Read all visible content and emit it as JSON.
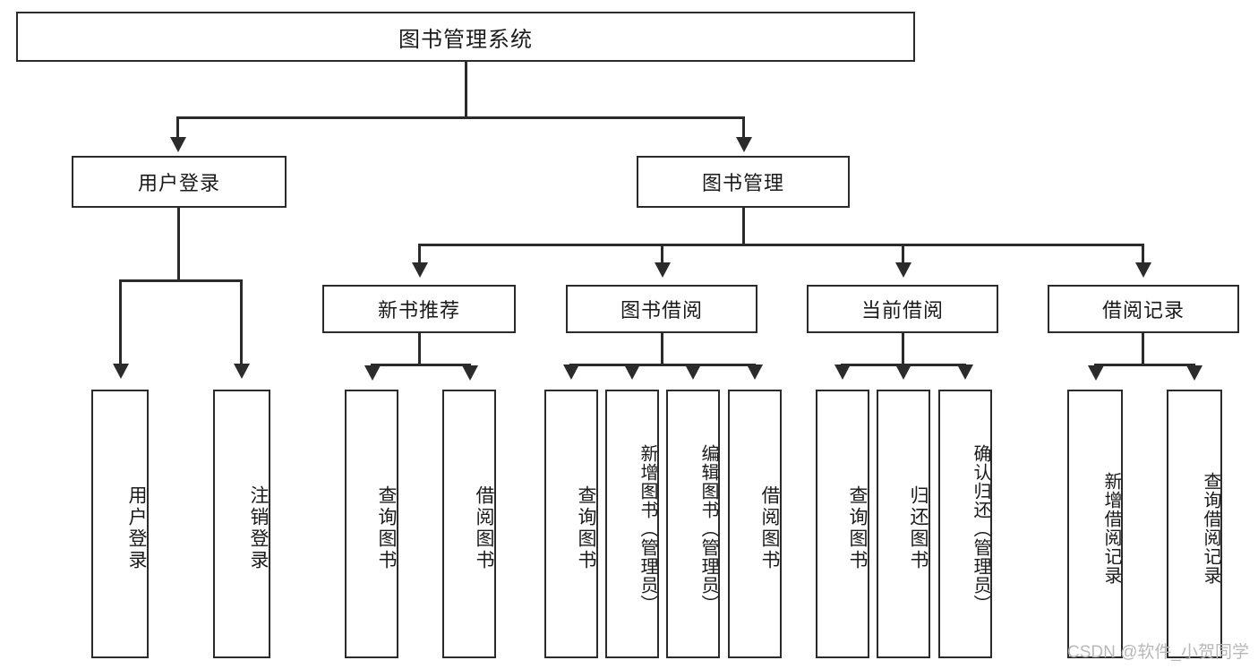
{
  "diagram": {
    "type": "tree-hierarchy-functional-decomposition",
    "root": {
      "label": "图书管理系统"
    },
    "level2": [
      {
        "id": "user-login",
        "label": "用户登录"
      },
      {
        "id": "book-management",
        "label": "图书管理"
      }
    ],
    "level3": [
      {
        "id": "new-book-recommend",
        "label": "新书推荐",
        "parent": "book-management"
      },
      {
        "id": "book-borrow",
        "label": "图书借阅",
        "parent": "book-management"
      },
      {
        "id": "current-borrow",
        "label": "当前借阅",
        "parent": "book-management"
      },
      {
        "id": "borrow-record",
        "label": "借阅记录",
        "parent": "book-management"
      }
    ],
    "leaves": {
      "user-login": [
        {
          "id": "leaf-user-login",
          "label": "用户登录"
        },
        {
          "id": "leaf-logout",
          "label": "注销登录"
        }
      ],
      "new-book-recommend": [
        {
          "id": "leaf-query-book-1",
          "label": "查询图书"
        },
        {
          "id": "leaf-borrow-book-1",
          "label": "借阅图书"
        }
      ],
      "book-borrow": [
        {
          "id": "leaf-query-book-2",
          "label": "查询图书"
        },
        {
          "id": "leaf-add-book",
          "label": "新增图书（管理员）"
        },
        {
          "id": "leaf-edit-book",
          "label": "编辑图书（管理员）"
        },
        {
          "id": "leaf-borrow-book-2",
          "label": "借阅图书"
        }
      ],
      "current-borrow": [
        {
          "id": "leaf-query-book-3",
          "label": "查询图书"
        },
        {
          "id": "leaf-return-book",
          "label": "归还图书"
        },
        {
          "id": "leaf-confirm-return",
          "label": "确认归还（管理员）"
        }
      ],
      "borrow-record": [
        {
          "id": "leaf-add-record",
          "label": "新增借阅记录"
        },
        {
          "id": "leaf-query-record",
          "label": "查询借阅记录"
        }
      ]
    }
  },
  "watermark": {
    "text": "CSDN @软件_小贺同学"
  },
  "colors": {
    "stroke": "#2b2b2b",
    "background": "#ffffff",
    "text": "#1a1a1a",
    "watermark": "#b8b8b8"
  }
}
